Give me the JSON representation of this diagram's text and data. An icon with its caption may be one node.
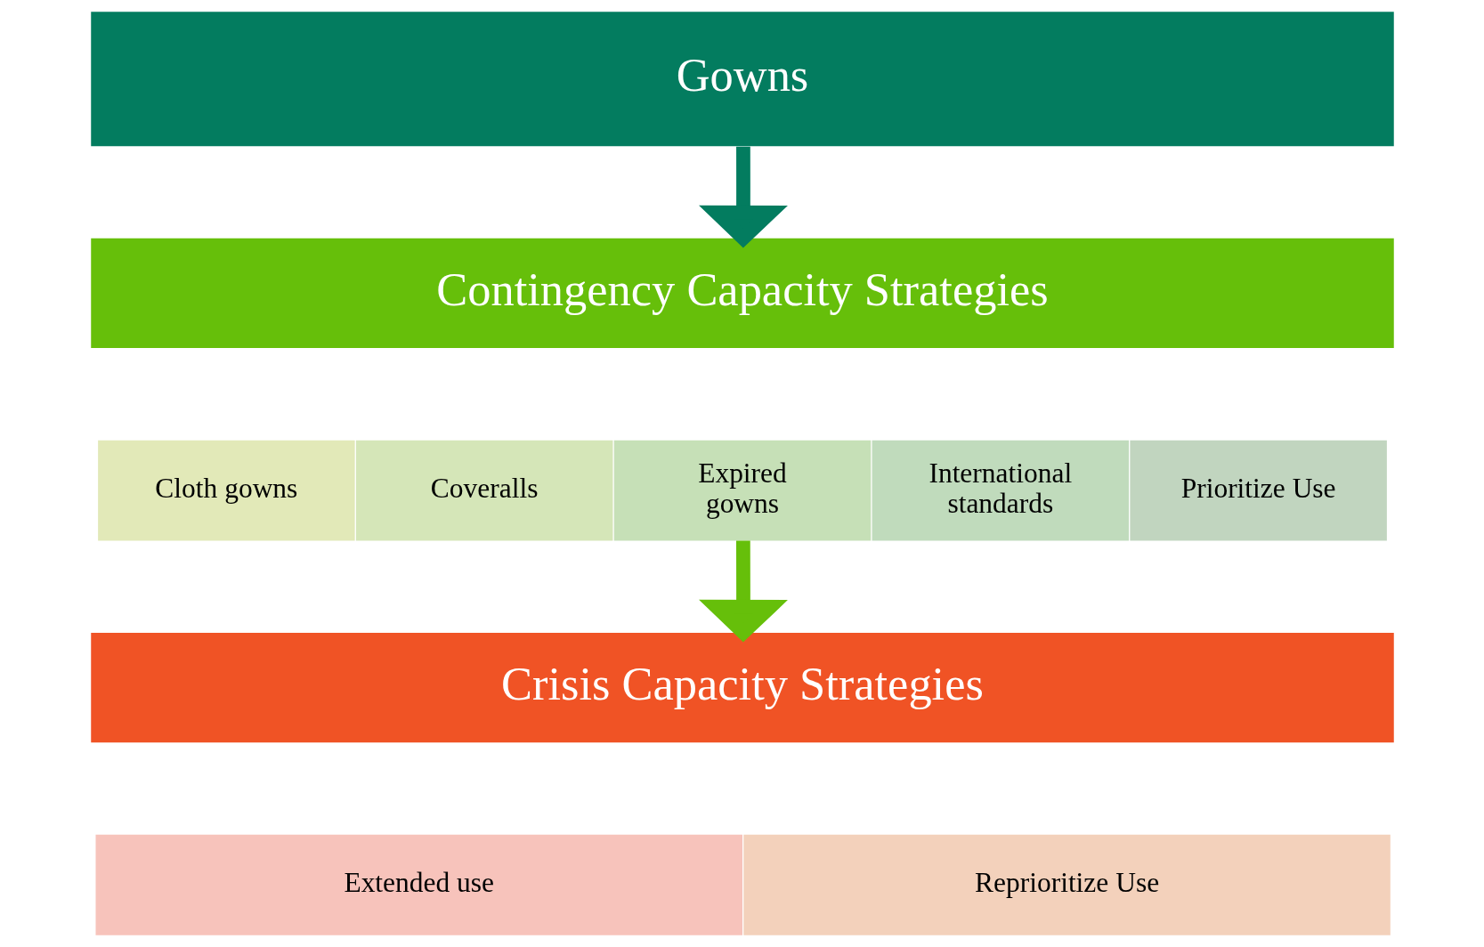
{
  "diagram": {
    "nodes": [
      {
        "text": [
          "Gowns"
        ]
      },
      {
        "text": [
          "Contingency Capacity Strategies"
        ]
      },
      {
        "text": [
          "Cloth gowns"
        ]
      },
      {
        "text": [
          "Coveralls"
        ]
      },
      {
        "text": [
          "Expired gowns"
        ]
      },
      {
        "text": [
          "International standards"
        ]
      },
      {
        "text": [
          "Prioritize Use"
        ]
      },
      {
        "text": [
          "Crisis Capacity Strategies"
        ]
      },
      {
        "text": [
          "Extended use"
        ]
      },
      {
        "text": [
          "Reprioritize Use"
        ]
      }
    ],
    "edges": [
      {
        "from": 0,
        "to": 1,
        "arrow": "to",
        "color": "#037c5f"
      },
      {
        "from": 4,
        "to": 7,
        "arrow": "to",
        "color": "#66bf0a"
      }
    ]
  }
}
